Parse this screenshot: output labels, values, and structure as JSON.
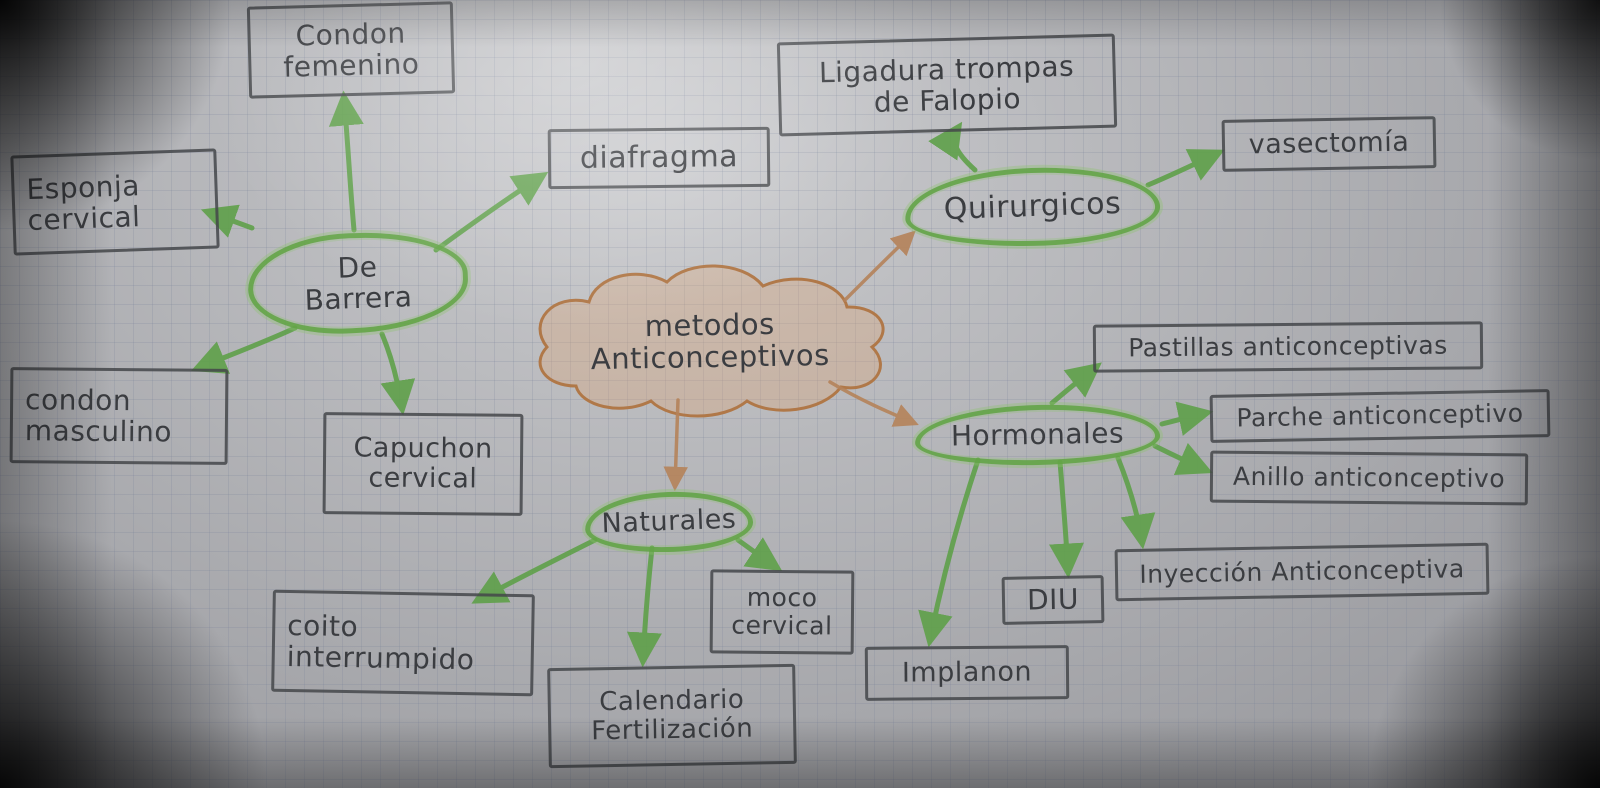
{
  "colors": {
    "marker_green": "#5da047",
    "pencil_ink": "#3b3d41",
    "cloud_orange": "#b07848",
    "paper_gray": "#b4b5b9"
  },
  "center": {
    "line1": "metodos",
    "line2": "Anticonceptivos"
  },
  "branches": {
    "de_barrera": {
      "line1": "De",
      "line2": "Barrera"
    },
    "quirurgicos": {
      "line1": "Quirurgicos"
    },
    "hormonales": {
      "line1": "Hormonales"
    },
    "naturales": {
      "line1": "Naturales"
    }
  },
  "leaves": {
    "condon_femenino": {
      "line1": "Condon",
      "line2": "femenino"
    },
    "diafragma": {
      "line1": "diafragma"
    },
    "esponja_cervical": {
      "line1": "Esponja",
      "line2": "cervical"
    },
    "condon_masculino": {
      "line1": "condon",
      "line2": "masculino"
    },
    "capuchon_cervical": {
      "line1": "Capuchon",
      "line2": "cervical"
    },
    "ligadura_trompas": {
      "line1": "Ligadura trompas",
      "line2": "de Falopio"
    },
    "vasectomia": {
      "line1": "vasectomía"
    },
    "pastillas": {
      "line1": "Pastillas anticonceptivas"
    },
    "parche": {
      "line1": "Parche anticonceptivo"
    },
    "anillo": {
      "line1": "Anillo anticonceptivo"
    },
    "inyeccion": {
      "line1": "Inyección Anticonceptiva"
    },
    "diu": {
      "line1": "DIU"
    },
    "implanon": {
      "line1": "Implanon"
    },
    "moco_cervical": {
      "line1": "moco",
      "line2": "cervical"
    },
    "coito_interrumpido": {
      "line1": "coito",
      "line2": "interrumpido"
    },
    "calendario": {
      "line1": "Calendario",
      "line2": "Fertilización"
    }
  }
}
